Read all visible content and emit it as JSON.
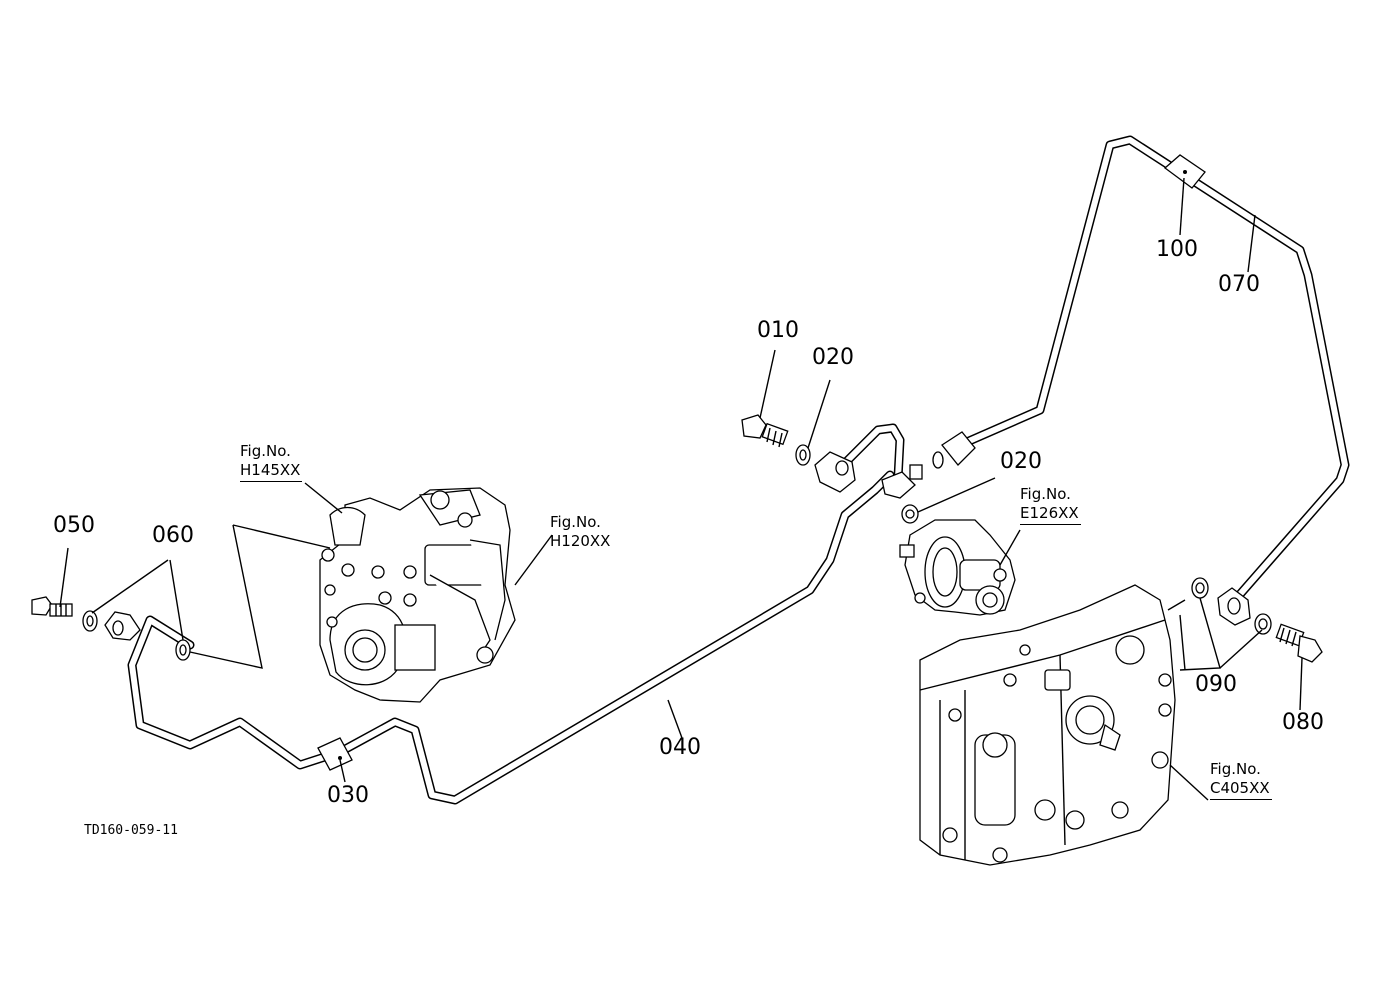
{
  "part_labels": {
    "p010": "010",
    "p020a": "020",
    "p020b": "020",
    "p030": "030",
    "p040": "040",
    "p050": "050",
    "p060": "060",
    "p070": "070",
    "p080": "080",
    "p090": "090",
    "p100": "100"
  },
  "figure_refs": {
    "h145": {
      "prefix": "Fig.No.",
      "code": "H145XX"
    },
    "h120": {
      "prefix": "Fig.No.",
      "code": "H120XX"
    },
    "e126": {
      "prefix": "Fig.No.",
      "code": "E126XX"
    },
    "c405": {
      "prefix": "Fig.No.",
      "code": "C405XX"
    }
  },
  "drawing_code": "TD160-059-11"
}
